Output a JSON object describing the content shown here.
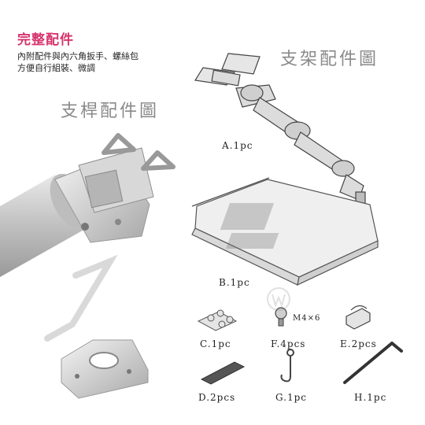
{
  "header": {
    "title": "完整配件",
    "desc_line1": "內附配件與內六角扳手、螺絲包",
    "desc_line2": "方便自行組裝、微調"
  },
  "sections": {
    "arm_parts": "支架配件圖",
    "pole_parts": "支桿配件圖"
  },
  "parts": {
    "a": "A.1pc",
    "b": "B.1pc",
    "c": "C.1pc",
    "d": "D.2pcs",
    "e": "E.2pcs",
    "f": "F.4pcs",
    "f_spec": "M4×6",
    "g": "G.1pc",
    "h": "H.1pc"
  }
}
